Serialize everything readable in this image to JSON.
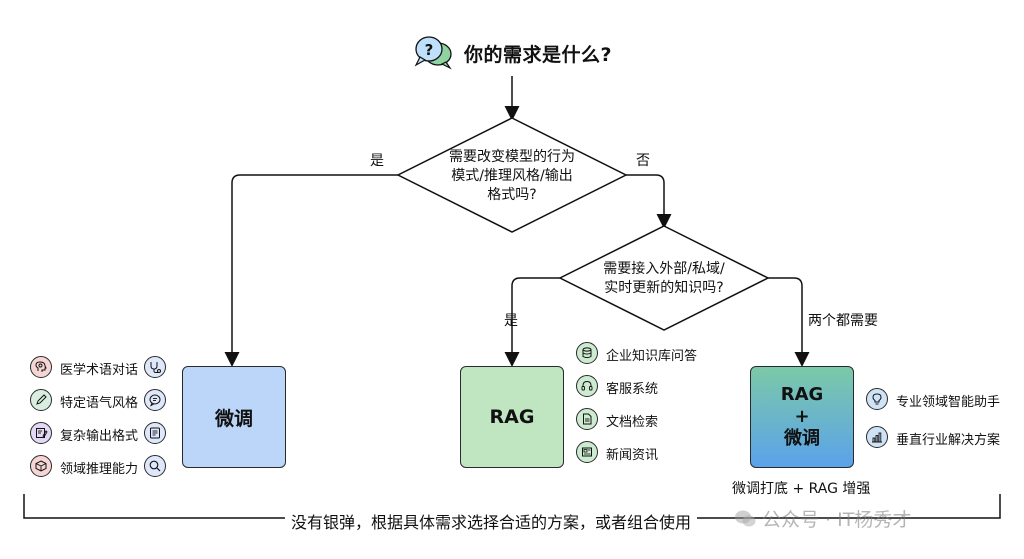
{
  "title": "你的需求是什么?",
  "decision1": {
    "lines": [
      "需要改变模型的行为",
      "模式/推理风格/输出",
      "格式吗?"
    ]
  },
  "decision2": {
    "lines": [
      "需要接入外部/私域/",
      "实时更新的知识吗?"
    ]
  },
  "edges": {
    "yes1": "是",
    "no1": "否",
    "yes2": "是",
    "both": "两个都需要"
  },
  "finetune": {
    "label": "微调",
    "items": [
      "医学术语对话",
      "特定语气风格",
      "复杂输出格式",
      "领域推理能力"
    ]
  },
  "rag": {
    "label": "RAG",
    "items": [
      "企业知识库问答",
      "客服系统",
      "文档检索",
      "新闻资讯"
    ]
  },
  "hybrid": {
    "label_line1": "RAG",
    "label_line2": "+",
    "label_line3": "微调",
    "caption": "微调打底 + RAG 增强",
    "items": [
      "专业领域智能助手",
      "垂直行业解决方案"
    ]
  },
  "footer": "没有银弹，根据具体需求选择合适的方案，或者组合使用",
  "watermark": "公众号 · IT杨秀才",
  "colors": {
    "finetune": "#bcd6f9",
    "rag": "#bfe6c0",
    "hybrid_top": "#79c7a9",
    "hybrid_bottom": "#5aa6e8"
  }
}
